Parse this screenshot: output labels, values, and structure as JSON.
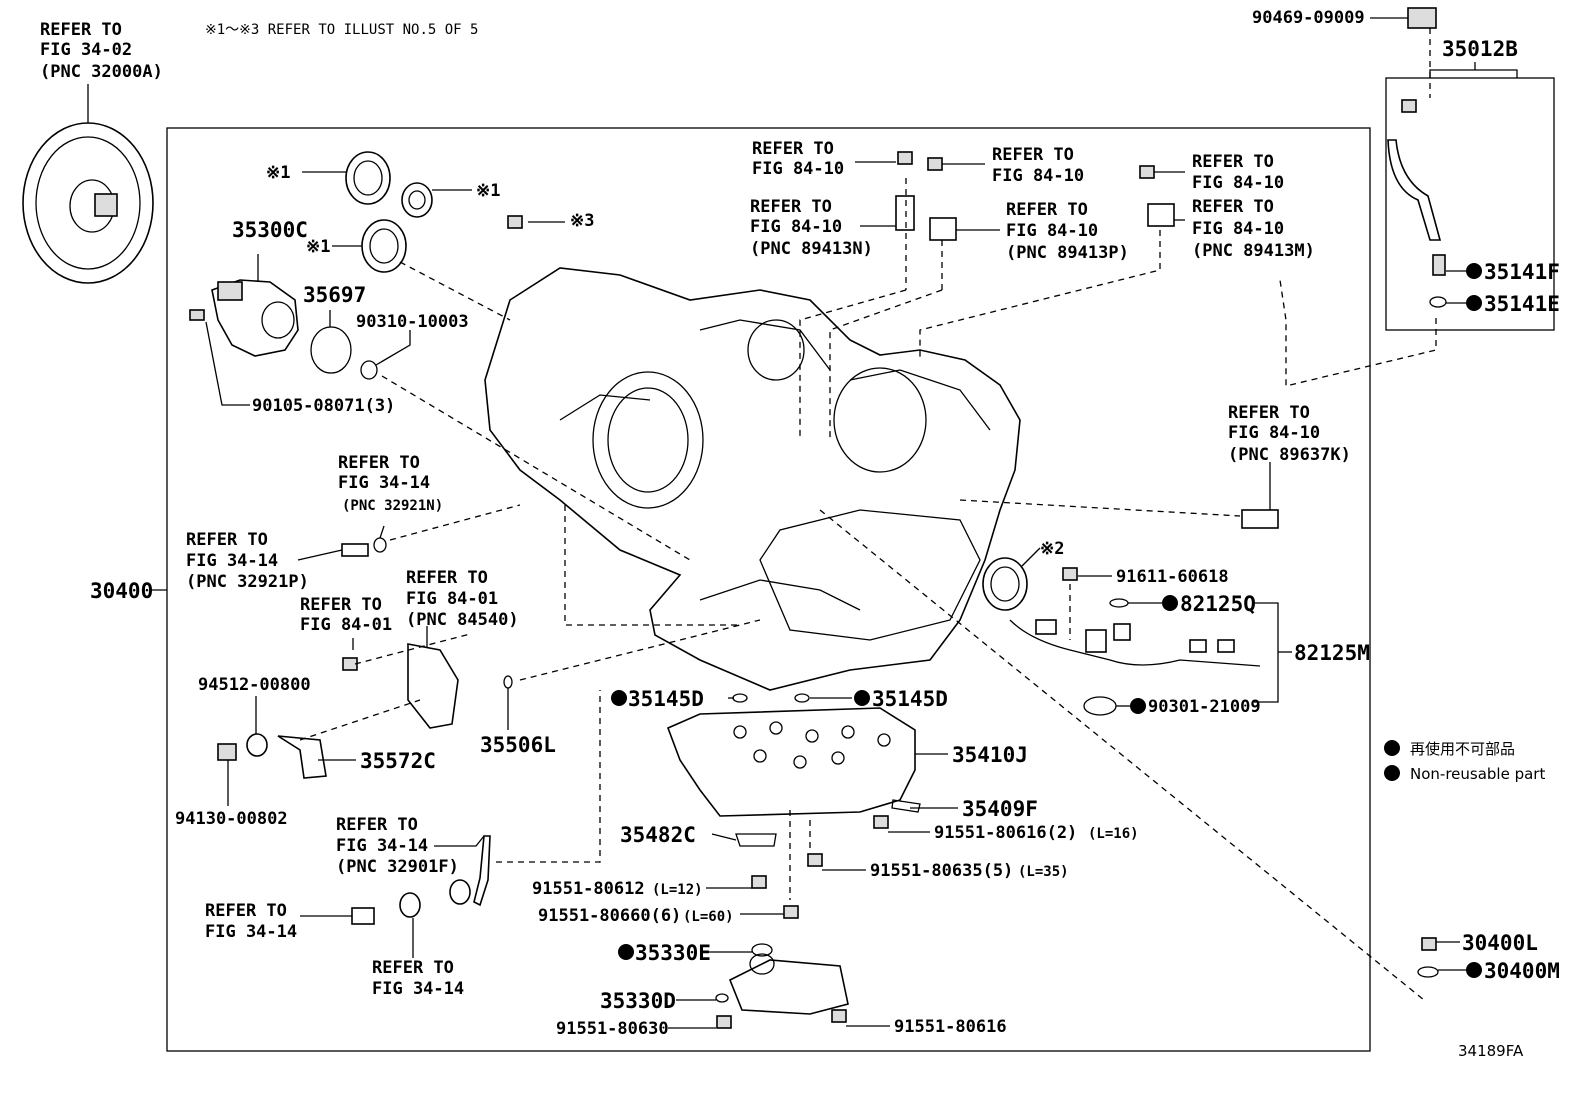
{
  "header_notes": {
    "refer_a_line1": "REFER TO",
    "refer_a_line2": "FIG 34-02",
    "refer_a_line3": "(PNC 32000A)",
    "illust_note": "※1～※3 REFER TO ILLUST NO.5 OF 5"
  },
  "labels": {
    "p35012B": "35012B",
    "p90469": "90469-09009",
    "p35141F": "35141F",
    "p35141E": "35141E",
    "p35300C": "35300C",
    "p35697": "35697",
    "p90310": "90310-10003",
    "p90105": "90105-08071(3)",
    "p30400": "30400",
    "p94512": "94512-00800",
    "p94130": "94130-00802",
    "p35572C": "35572C",
    "p35506L": "35506L",
    "p35145D_a": "35145D",
    "p35145D_b": "35145D",
    "p35410J": "35410J",
    "p35409F": "35409F",
    "p35482C": "35482C",
    "p91551_80616_2": "91551-80616(2)",
    "p91551_80616_2_len": "(L=16)",
    "p91551_80635": "91551-80635(5)",
    "p91551_80635_len": "(L=35)",
    "p91551_80612": "91551-80612",
    "p91551_80612_len": "(L=12)",
    "p91551_80660": "91551-80660(6)",
    "p91551_80660_len": "(L=60)",
    "p35330E": "35330E",
    "p35330D": "35330D",
    "p91551_80630": "91551-80630",
    "p91551_80616": "91551-80616",
    "p91611": "91611-60618",
    "p82125Q": "82125Q",
    "p82125M": "82125M",
    "p90301": "90301-21009",
    "p30400L": "30400L",
    "p30400M": "30400M",
    "mark1_a": "※1",
    "mark1_b": "※1",
    "mark1_c": "※1",
    "mark2": "※2",
    "mark3": "※3",
    "diagram_id": "34189FA"
  },
  "refers": {
    "r84_10_a": [
      "REFER TO",
      "FIG 84-10"
    ],
    "r84_10_b": [
      "REFER TO",
      "FIG 84-10"
    ],
    "r84_10_c": [
      "REFER TO",
      "FIG 84-10"
    ],
    "r84_10_n": [
      "REFER TO",
      "FIG 84-10",
      "(PNC 89413N)"
    ],
    "r84_10_p": [
      "REFER TO",
      "FIG 84-10",
      "(PNC 89413P)"
    ],
    "r84_10_m": [
      "REFER TO",
      "FIG 84-10",
      "(PNC 89413M)"
    ],
    "r84_10_k": [
      "REFER TO",
      "FIG 84-10",
      "(PNC 89637K)"
    ],
    "r34_14_n": [
      "REFER TO",
      "FIG 34-14",
      "(PNC 32921N)"
    ],
    "r34_14_p": [
      "REFER TO",
      "FIG 34-14",
      "(PNC 32921P)"
    ],
    "r84_01": [
      "REFER TO",
      "FIG 84-01"
    ],
    "r84_01_p": [
      "REFER TO",
      "FIG 84-01",
      "(PNC 84540)"
    ],
    "r34_14_f": [
      "REFER TO",
      "FIG 34-14",
      "(PNC 32901F)"
    ],
    "r34_14_x": [
      "REFER TO",
      "FIG 34-14"
    ],
    "r34_14_y": [
      "REFER TO",
      "FIG 34-14"
    ]
  },
  "legend": {
    "line_jp": "再使用不可部品",
    "line_en": "Non-reusable part"
  }
}
